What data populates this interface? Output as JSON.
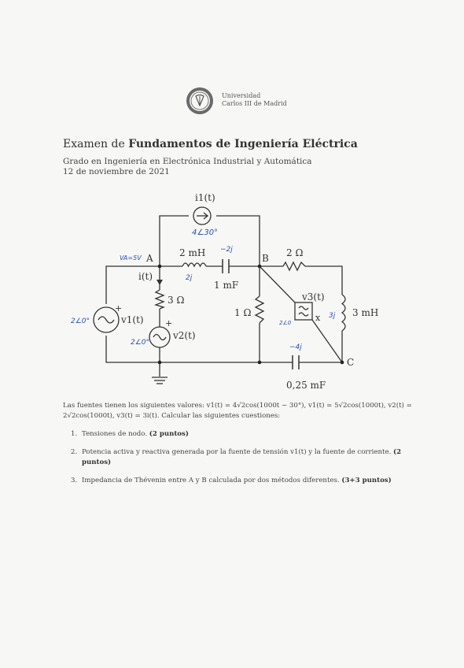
{
  "header": {
    "university_line1": "Universidad",
    "university_line2": "Carlos III de Madrid"
  },
  "exam": {
    "title_prefix": "Examen de ",
    "title_bold": "Fundamentos de Ingeniería Eléctrica",
    "degree": "Grado en Ingeniería en Electrónica Industrial y Automática",
    "date": "12 de noviembre de 2021"
  },
  "circuit": {
    "node_A": "A",
    "node_B": "B",
    "node_C": "C",
    "source_i1": "i1(t)",
    "source_v1": "v1(t)",
    "source_v2": "v2(t)",
    "source_v3": "v3(t)",
    "current_i": "i(t)",
    "inductor_2mH": "2 mH",
    "capacitor_1mF": "1 mF",
    "resistor_2ohm": "2 Ω",
    "resistor_3ohm": "3 Ω",
    "resistor_1ohm": "1 Ω",
    "inductor_3mH": "3 mH",
    "capacitor_025mF": "0,25 mF",
    "dep_x": "x",
    "plus": "+",
    "handwritten": {
      "i1_phasor": "4∠30°",
      "cap_imp": "−2j",
      "ind_imp": "2j",
      "node_A_v": "VA=5V",
      "v1_phasor": "2∠0°",
      "v2_phasor": "2∠0°",
      "v3_note": "2∠0",
      "l3_imp": "3j",
      "c025_imp": "−4j"
    }
  },
  "statement": {
    "intro": "Las fuentes tienen los siguientes valores: v1(t) = 4√2cos(1000t − 30°), v1(t) = 5√2cos(1000t), v2(t) = 2√2cos(1000t), v3(t) = 3i(t). Calcular las siguientes cuestiones:",
    "questions": [
      {
        "num": "1.",
        "text": "Tensiones de nodo. ",
        "points": "(2 puntos)"
      },
      {
        "num": "2.",
        "text": "Potencia activa y reactiva generada por la fuente de tensión v1(t) y la fuente de corriente. ",
        "points": "(2 puntos)"
      },
      {
        "num": "3.",
        "text": "Impedancia de Thévenin entre A y B calculada por dos métodos diferentes. ",
        "points": "(3+3 puntos)"
      }
    ]
  }
}
